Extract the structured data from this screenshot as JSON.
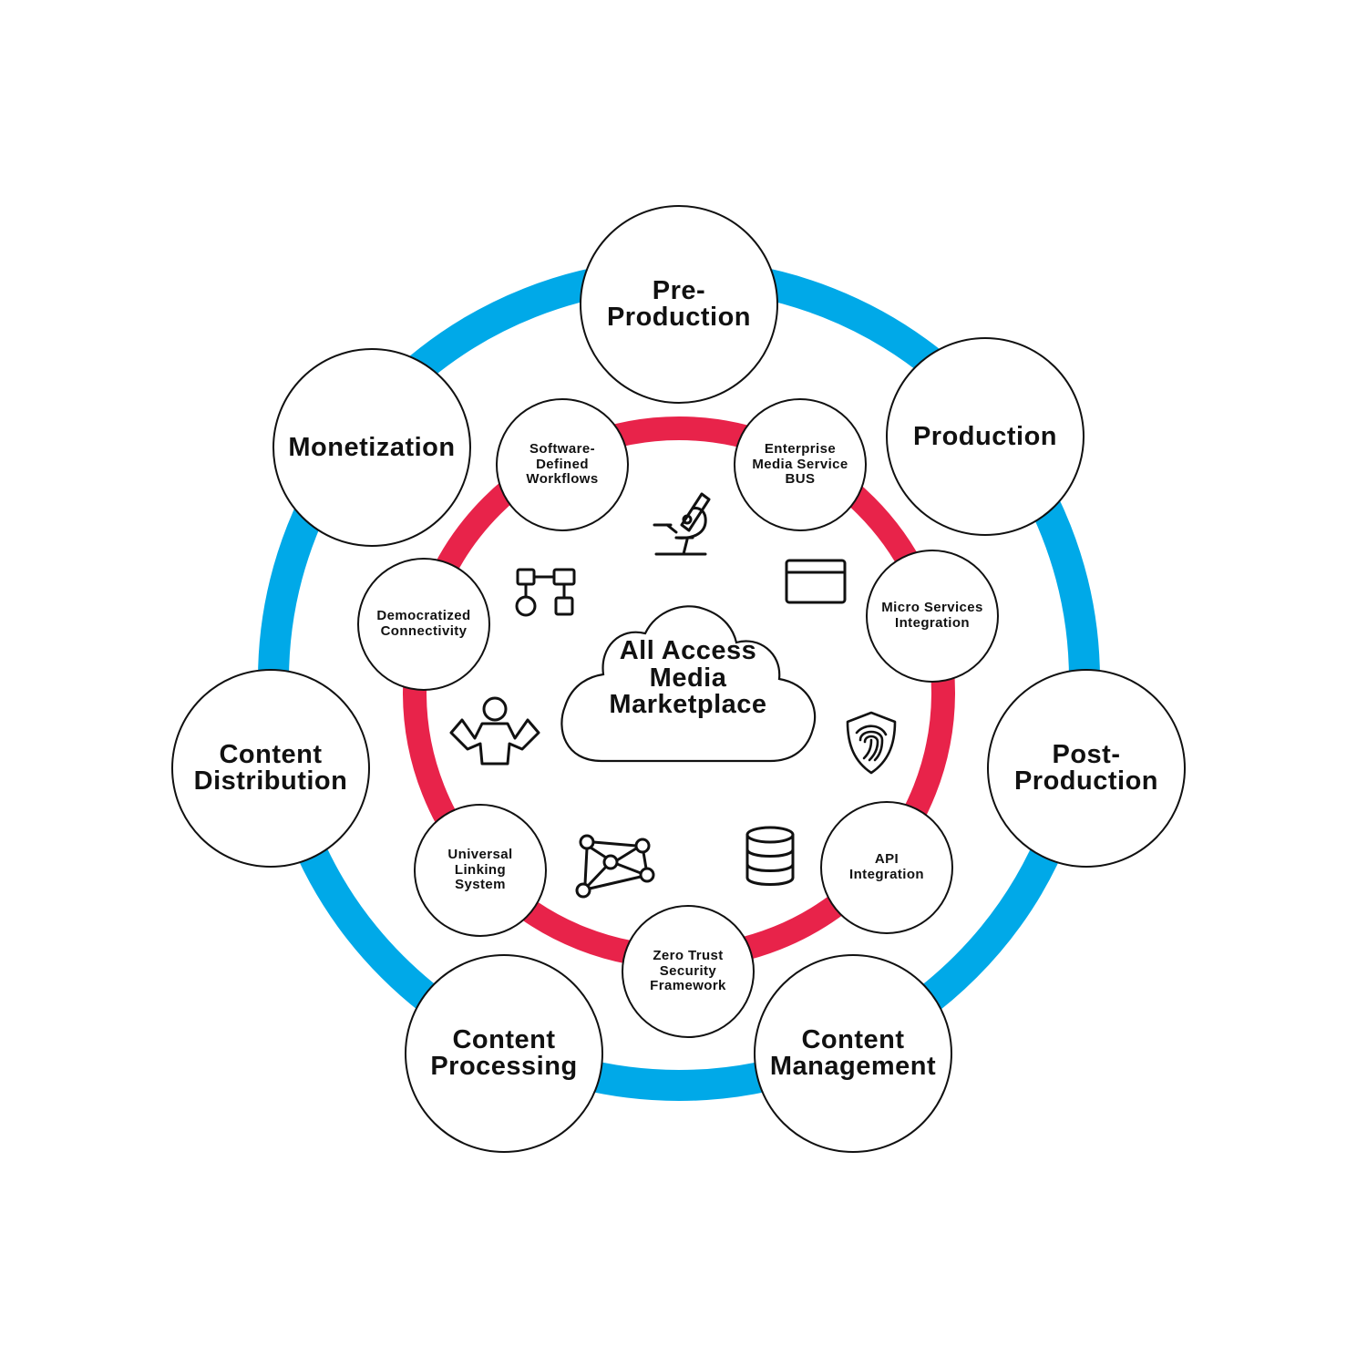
{
  "center": {
    "label": "All Access\nMedia\nMarketplace"
  },
  "outer_nodes": [
    {
      "id": "pre-production",
      "label": "Pre-\nProduction"
    },
    {
      "id": "production",
      "label": "Production"
    },
    {
      "id": "post-production",
      "label": "Post-\nProduction"
    },
    {
      "id": "content-management",
      "label": "Content\nManagement"
    },
    {
      "id": "content-processing",
      "label": "Content\nProcessing"
    },
    {
      "id": "content-distribution",
      "label": "Content\nDistribution"
    },
    {
      "id": "monetization",
      "label": "Monetization"
    }
  ],
  "inner_nodes": [
    {
      "id": "software-defined-workflows",
      "label": "Software-\nDefined\nWorkflows"
    },
    {
      "id": "enterprise-media-service-bus",
      "label": "Enterprise\nMedia Service\nBUS"
    },
    {
      "id": "micro-services-integration",
      "label": "Micro Services\nIntegration"
    },
    {
      "id": "api-integration",
      "label": "API\nIntegration"
    },
    {
      "id": "zero-trust-security-framework",
      "label": "Zero Trust\nSecurity\nFramework"
    },
    {
      "id": "universal-linking-system",
      "label": "Universal\nLinking\nSystem"
    },
    {
      "id": "democratized-connectivity",
      "label": "Democratized\nConnectivity"
    }
  ],
  "icons": [
    "microscope-icon",
    "window-icon",
    "fingerprint-shield-icon",
    "database-icon",
    "network-graph-icon",
    "person-icon",
    "flowchart-icon"
  ],
  "colors": {
    "outer_ring": "#00a9e8",
    "inner_ring": "#e8234a",
    "stroke": "#111111",
    "background": "#ffffff"
  }
}
